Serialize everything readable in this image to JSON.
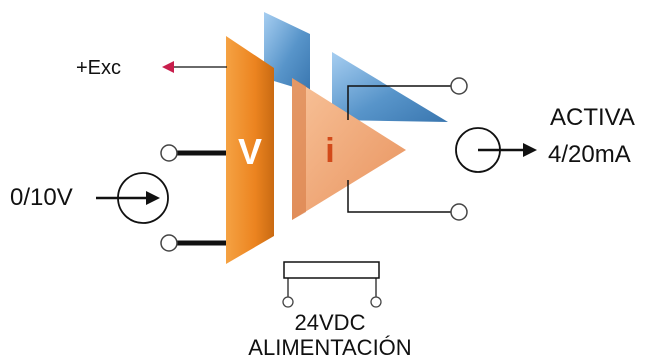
{
  "labels": {
    "excitation": "+Exc",
    "input_range": "0/10V",
    "output_type": "ACTIVA",
    "output_range": "4/20mA",
    "voltage_block": "V",
    "current_block": "i",
    "supply_voltage": "24VDC",
    "supply_label": "ALIMENTACIÓN"
  },
  "colors": {
    "voltage_block": "#ee8a25",
    "current_block": "#f1a97a",
    "shadow_blue": "#4f8fc7",
    "excitation_arrow": "#c81e4c",
    "wire": "#111111",
    "terminal_fill": "#ffffff",
    "terminal_stroke": "#444444",
    "block_text": "#ffffff",
    "current_text": "#d24a1a"
  },
  "icons": {
    "input_source": "voltage-source-icon",
    "output_source": "current-source-icon",
    "excitation": "arrow-left-icon"
  }
}
